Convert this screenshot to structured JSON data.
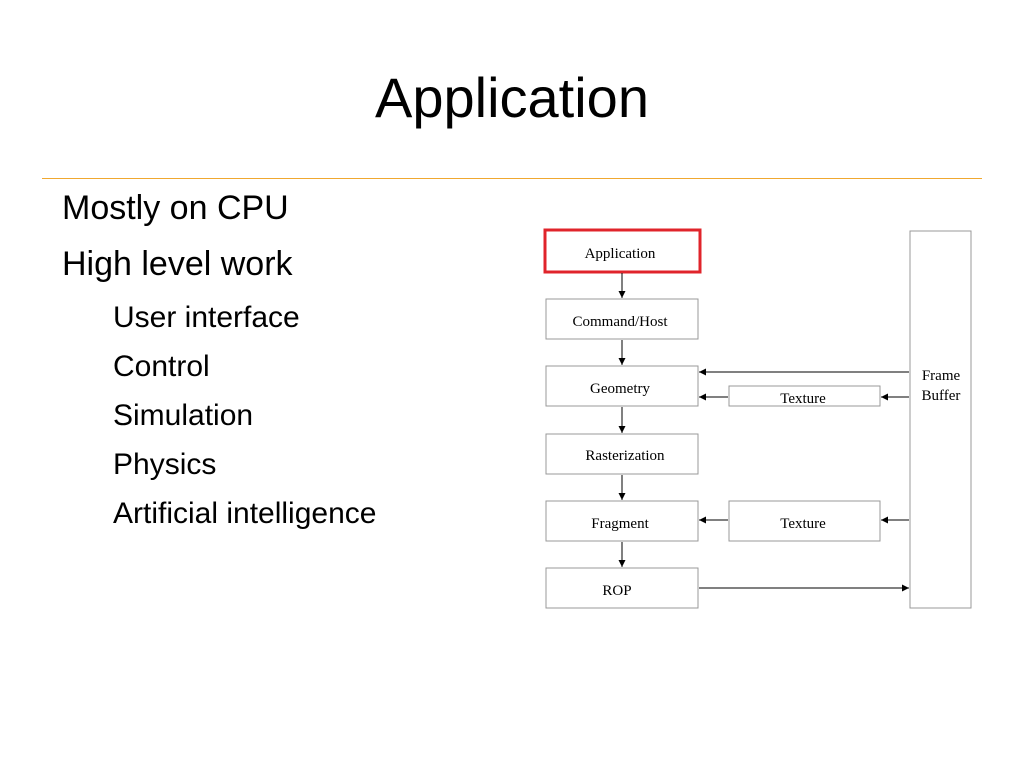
{
  "slide": {
    "title": "Application",
    "rule_color": "#f0a830",
    "bullets": [
      {
        "level": 1,
        "text": "Mostly on CPU"
      },
      {
        "level": 1,
        "text": "High level work"
      },
      {
        "level": 2,
        "text": "User interface"
      },
      {
        "level": 2,
        "text": "Control"
      },
      {
        "level": 2,
        "text": "Simulation"
      },
      {
        "level": 2,
        "text": "Physics"
      },
      {
        "level": 2,
        "text": "Artificial intelligence"
      }
    ]
  },
  "diagram": {
    "highlight_color": "#e0242b",
    "stages": [
      {
        "id": "application",
        "label": "Application",
        "highlighted": true
      },
      {
        "id": "command-host",
        "label": "Command/Host",
        "highlighted": false
      },
      {
        "id": "geometry",
        "label": "Geometry",
        "highlighted": false
      },
      {
        "id": "rasterization",
        "label": "Rasterization",
        "highlighted": false
      },
      {
        "id": "fragment",
        "label": "Fragment",
        "highlighted": false
      },
      {
        "id": "rop",
        "label": "ROP",
        "highlighted": false
      }
    ],
    "texture_geometry": "Texture",
    "texture_fragment": "Texture",
    "frame_buffer_line1": "Frame",
    "frame_buffer_line2": "Buffer"
  }
}
